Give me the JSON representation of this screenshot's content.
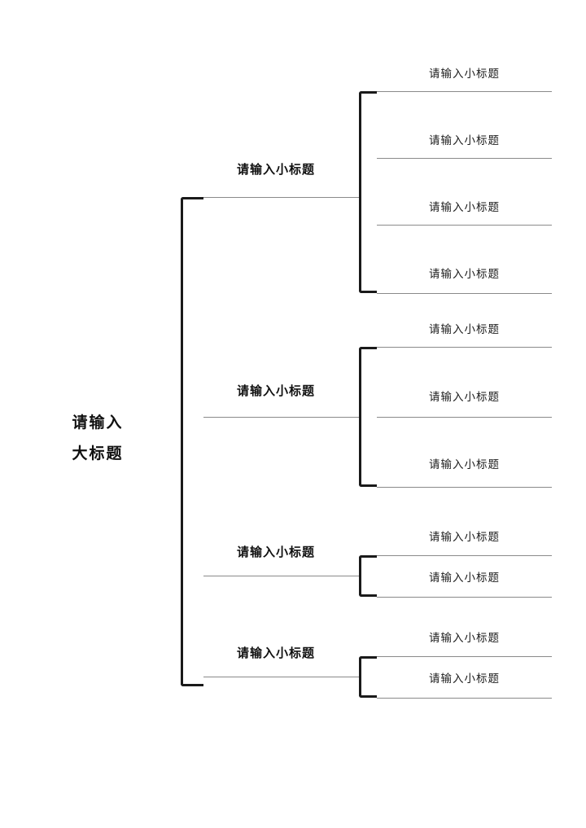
{
  "diagram": {
    "type": "bracket-tree",
    "levels": 3,
    "root": {
      "title": "请输入\n大标题",
      "title_line1": "请输入",
      "title_line2": "大标题"
    },
    "groups": [
      {
        "label": "请输入小标题",
        "children": [
          {
            "label": "请输入小标题"
          },
          {
            "label": "请输入小标题"
          },
          {
            "label": "请输入小标题"
          },
          {
            "label": "请输入小标题"
          }
        ]
      },
      {
        "label": "请输入小标题",
        "children": [
          {
            "label": "请输入小标题"
          },
          {
            "label": "请输入小标题"
          },
          {
            "label": "请输入小标题"
          }
        ]
      },
      {
        "label": "请输入小标题",
        "children": [
          {
            "label": "请输入小标题"
          },
          {
            "label": "请输入小标题"
          }
        ]
      },
      {
        "label": "请输入小标题",
        "children": [
          {
            "label": "请输入小标题"
          },
          {
            "label": "请输入小标题"
          }
        ]
      }
    ],
    "colors": {
      "background": "#ffffff",
      "text": "#111111",
      "rule": "#8a8a8a",
      "bracket": "#1a1a1a"
    }
  }
}
